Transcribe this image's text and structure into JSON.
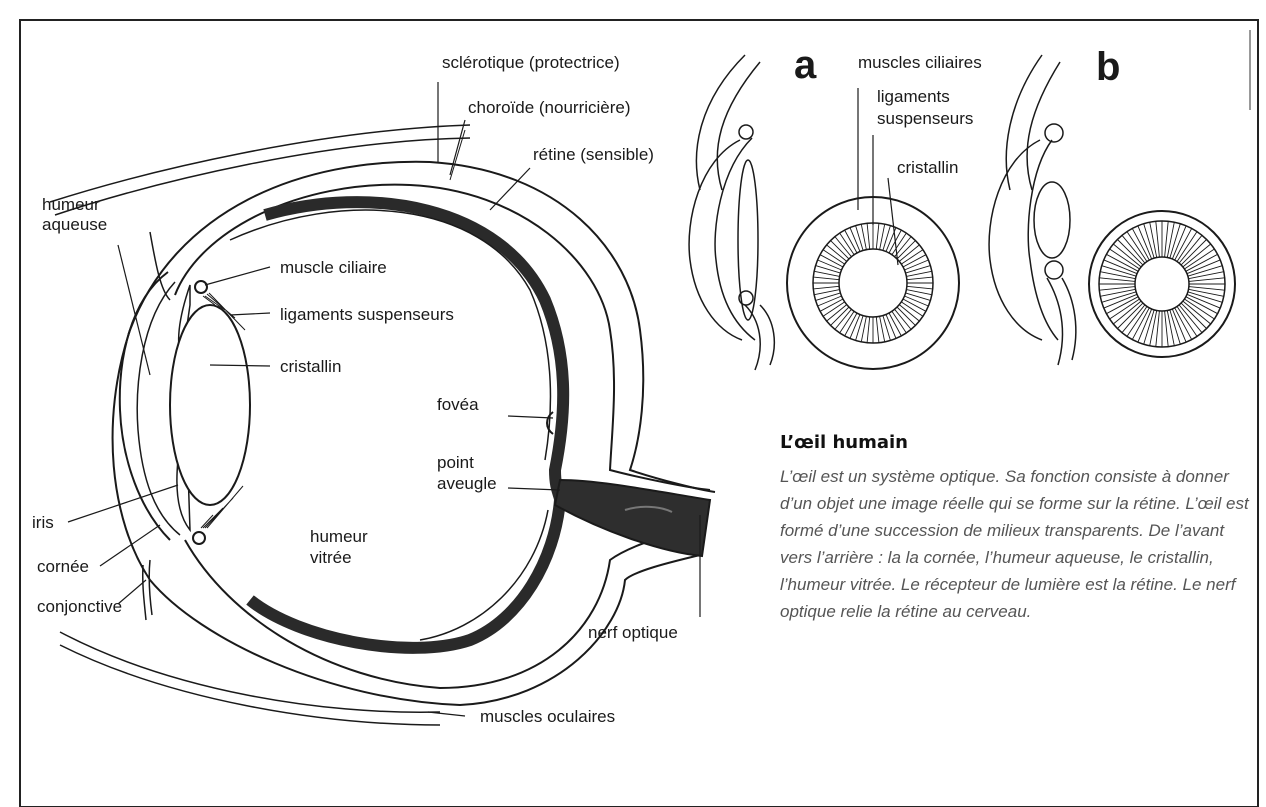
{
  "eye_labels": {
    "sclerotique": "sclérotique (protectrice)",
    "choroide": "choroïde (nourricière)",
    "retine": "rétine (sensible)",
    "humeur_aqueuse_1": "humeur",
    "humeur_aqueuse_2": "aqueuse",
    "muscle_ciliaire": "muscle ciliaire",
    "ligaments_suspenseurs": "ligaments suspenseurs",
    "cristallin": "cristallin",
    "fovea": "fovéa",
    "point_aveugle_1": "point",
    "point_aveugle_2": "aveugle",
    "humeur_vitree_1": "humeur",
    "humeur_vitree_2": "vitrée",
    "iris": "iris",
    "cornee": "cornée",
    "conjonctive": "conjonctive",
    "nerf_optique": "nerf optique",
    "muscles_oculaires": "muscles oculaires"
  },
  "accommodation": {
    "panel_a": "a",
    "panel_b": "b",
    "muscles_ciliaires": "muscles ciliaires",
    "ligaments_1": "ligaments",
    "ligaments_2": "suspenseurs",
    "cristallin": "cristallin"
  },
  "caption": {
    "title": "L’œil humain",
    "text": "L’œil est un système optique. Sa fonction consiste à donner d’un objet une image réelle qui se forme sur la rétine. L’œil est formé d’une succession de milieux transparents. De l’avant vers l’arrière : la la cornée, l’humeur aqueuse, le cristallin, l’humeur vitrée. Le récepteur de lumière est la rétine. Le nerf optique relie la rétine au cerveau."
  }
}
